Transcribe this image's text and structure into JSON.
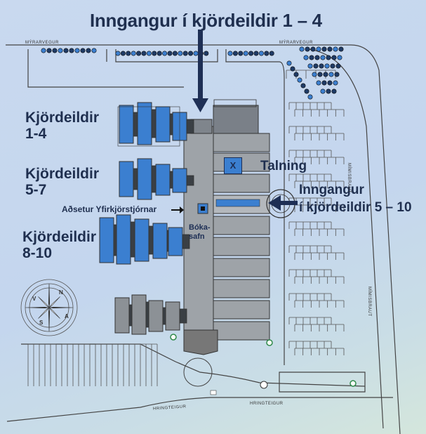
{
  "title": "Inngangur í  kjördeildir 1 – 4",
  "zones": [
    {
      "line1": "Kjördeildir",
      "line2": "1-4"
    },
    {
      "line1": "Kjördeildir",
      "line2": "5-7"
    },
    {
      "line1": "Kjördeildir",
      "line2": "8-10"
    }
  ],
  "entrance2": {
    "line1": "Inngangur",
    "line2": "í kjördeildir 5 – 10"
  },
  "counting": "Talning",
  "counting_marker": "X",
  "supervisor_office": "Aðsetur Yfirkjörstjórnar",
  "library": {
    "line1": "Bóka-",
    "line2": "safn"
  },
  "streets": {
    "myrarvegur_left": "MÝRARVEGUR",
    "myrarvegur_right": "MÝRARVEGUR",
    "hringteigur_left": "HRINGTEIGUR",
    "hringteigur_right": "HRINGTEIGUR",
    "minisbraut_upper": "MÍMISBRAUT",
    "minisbraut_lower": "MÍMISBRAUT"
  },
  "compass_letters": [
    "N",
    "S",
    "A",
    "V"
  ],
  "colors": {
    "accent_blue": "#3b7fd0",
    "arrow_navy": "#1e2f55",
    "building_gray": "#9ea3a8"
  }
}
